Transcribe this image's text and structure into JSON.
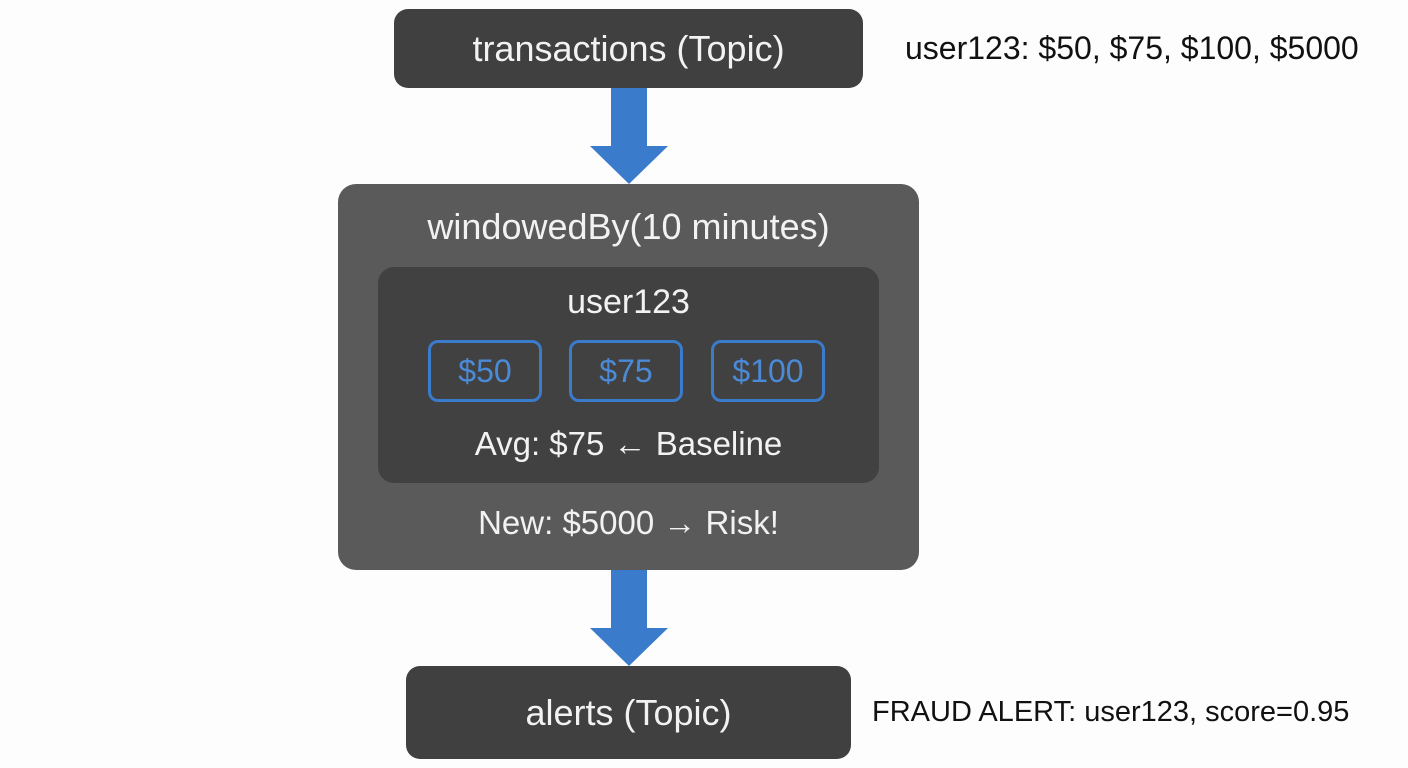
{
  "colors": {
    "topic_box": "#404040",
    "window_box": "#5a5a5a",
    "group_box": "#414141",
    "arrow": "#3b7bcc",
    "chip_border": "#3b7bcc",
    "chip_text": "#4a8ad6",
    "box_text": "#f2f2f2",
    "note_text": "#111111"
  },
  "input_topic": {
    "label": "transactions (Topic)",
    "note": "user123: $50, $75, $100, $5000"
  },
  "window": {
    "title": "windowedBy(10 minutes)",
    "group": {
      "key": "user123",
      "values": [
        "$50",
        "$75",
        "$100"
      ],
      "avg_text": "Avg: $75 ← Baseline"
    },
    "new_text": "New: $5000 → Risk!"
  },
  "output_topic": {
    "label": "alerts (Topic)",
    "note": "FRAUD ALERT: user123, score=0.95"
  },
  "icons": [
    "arrow-down-icon",
    "arrow-down-icon"
  ]
}
